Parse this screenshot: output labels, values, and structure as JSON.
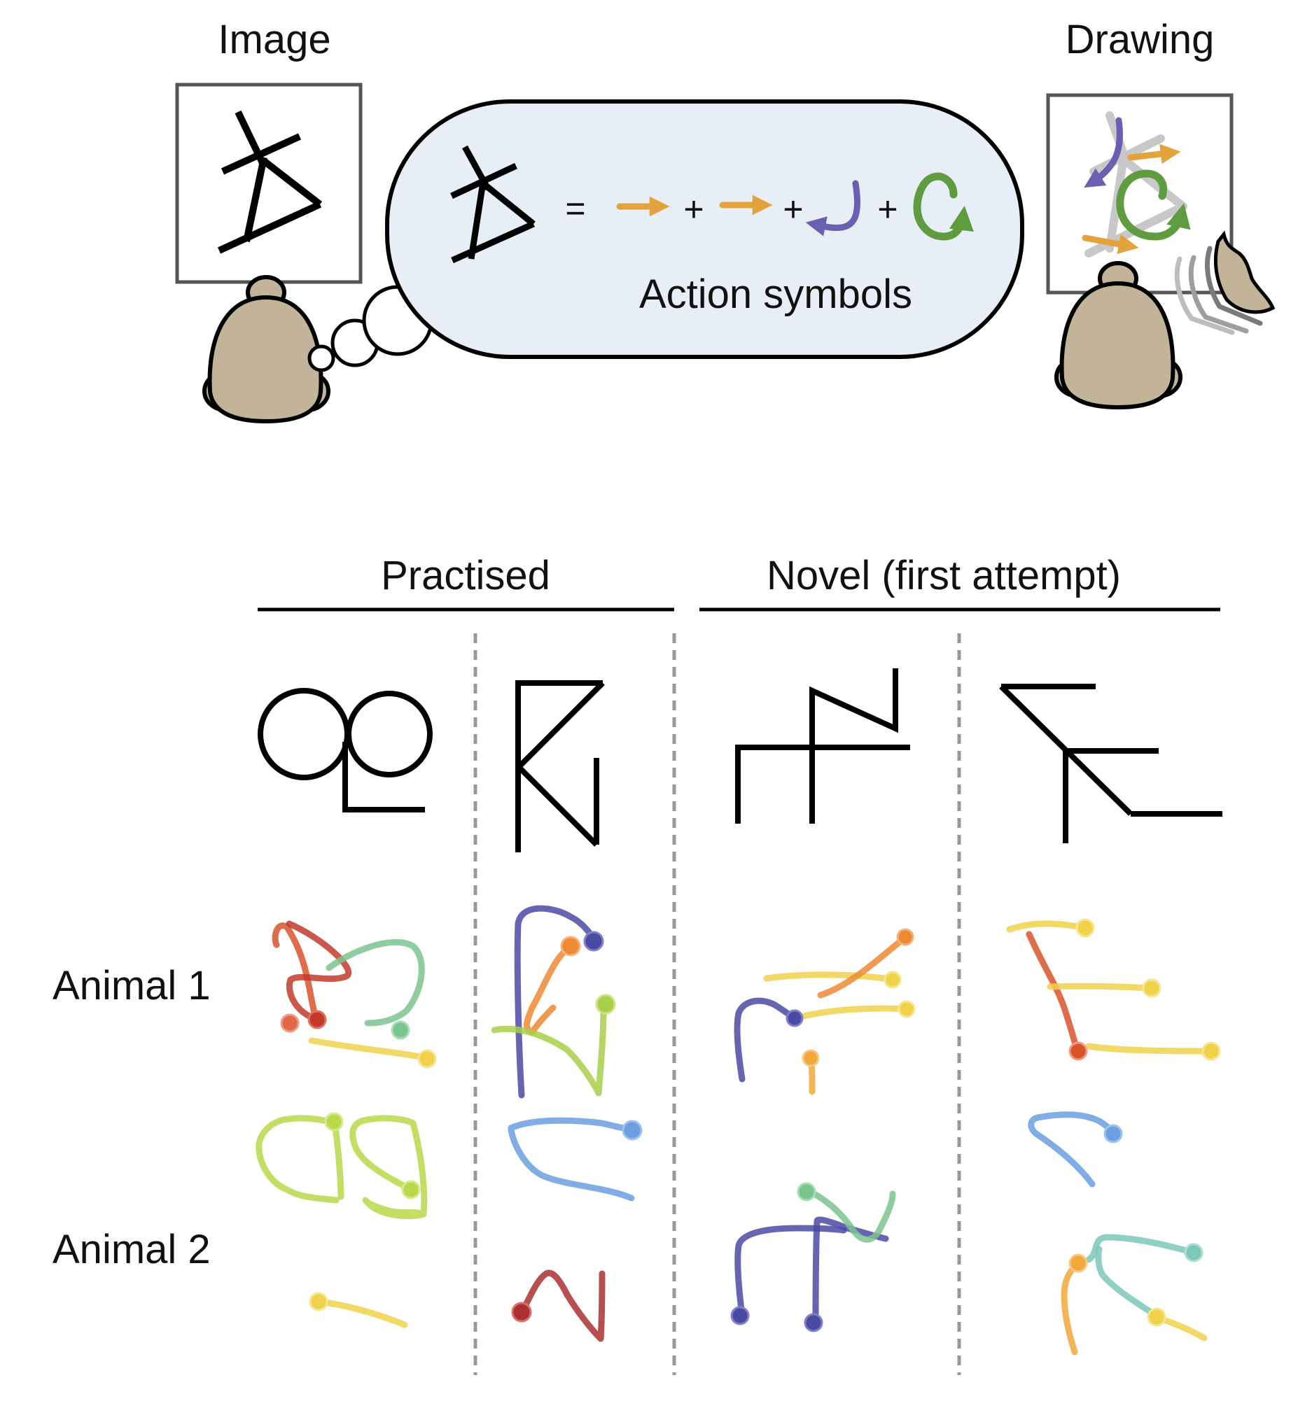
{
  "top": {
    "image_label": "Image",
    "drawing_label": "Drawing",
    "bubble_caption": "Action symbols",
    "equation": {
      "equals": "=",
      "plus": "+"
    },
    "colors": {
      "bubble_fill": "#e8eef6",
      "head_fill": "#c2b499",
      "arrow_orange": "#e3a23c",
      "arrow_purple": "#6a5fb0",
      "arrow_green": "#5e9c3f"
    }
  },
  "grid": {
    "group_practised": "Practised",
    "group_novel": "Novel (first attempt)",
    "row_animal1": "Animal 1",
    "row_animal2": "Animal 2"
  }
}
